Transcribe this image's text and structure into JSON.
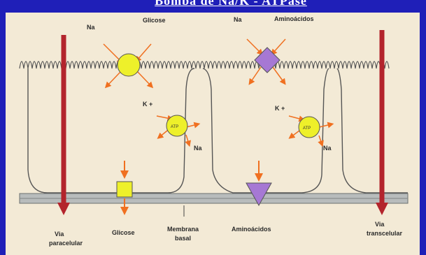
{
  "title": "Bomba de Na/K - ATPase",
  "labels": {
    "na_left": "Na",
    "glicose_top": "Glicose",
    "na_mid": "Na",
    "aminoacidos_top": "Aminoácidos",
    "k_left": "K +",
    "atp_left": "ATP",
    "na_left_bottom": "Na",
    "k_right": "K +",
    "atp_right": "ATP",
    "na_right_bottom": "Na",
    "via_paracelular_1": "Via",
    "via_paracelular_2": "paracelular",
    "glicose_bottom": "Glicose",
    "membrana_1": "Membrana",
    "membrana_2": "basal",
    "aminoacidos_bottom": "Aminoácidos",
    "via_transcelular_1": "Via",
    "via_transcelular_2": "transcelular"
  },
  "colors": {
    "background": "#1f1fb8",
    "cell_bg": "#f3ead6",
    "arrow_red": "#b3242c",
    "orange": "#f07020",
    "yellow": "#eef02a",
    "purple": "#a678d4",
    "membrane": "#9aa0a0"
  }
}
